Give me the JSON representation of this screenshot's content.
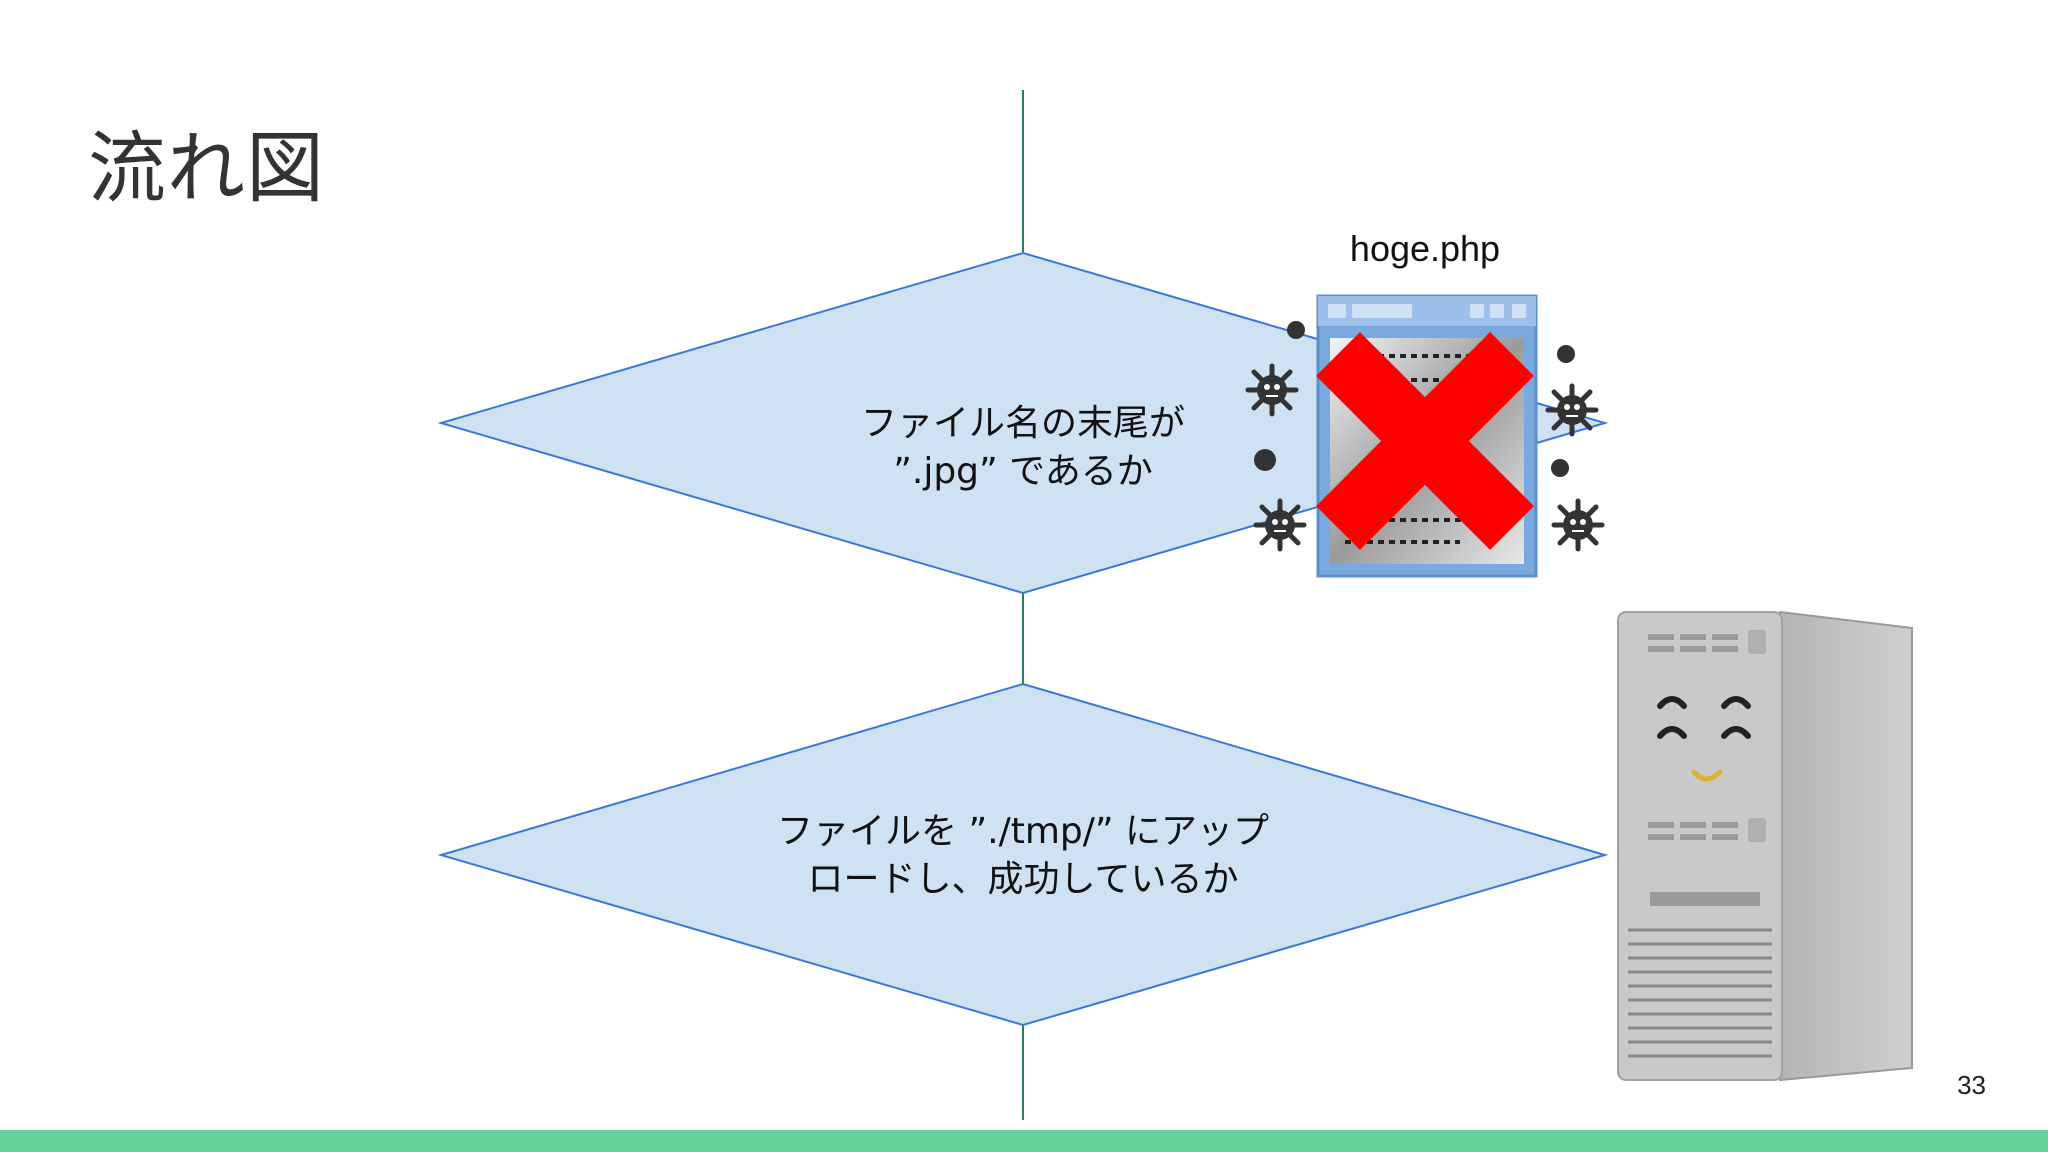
{
  "slide": {
    "title": "流れ図",
    "page_number": "33"
  },
  "diagram": {
    "decisions": [
      {
        "line1": "ファイル名の末尾が",
        "line2": "”.jpg” であるか"
      },
      {
        "line1": "ファイルを ”./tmp/” にアップ",
        "line2": "ロードし、成功しているか"
      }
    ],
    "file_label": "hoge.php"
  },
  "colors": {
    "diamond_fill": "#cfe2f3",
    "diamond_stroke": "#3c78d8",
    "connector": "#2e7d6b",
    "bottom_bar": "#67d19b",
    "cross": "#ff0000",
    "server_body": "#c9c9c9"
  },
  "icons": {
    "file_icon": "php-file-window-icon",
    "virus_icon": "virus-icon",
    "cross_icon": "red-x-icon",
    "server_icon": "smiling-server-icon"
  }
}
